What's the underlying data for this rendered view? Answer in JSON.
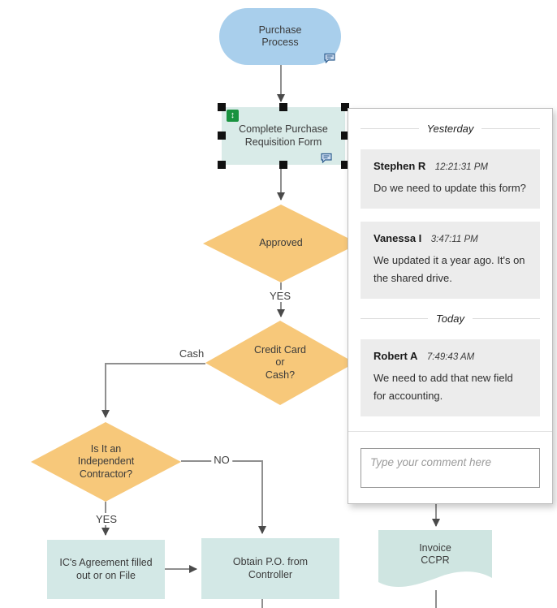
{
  "flowchart": {
    "nodes": {
      "purchase_process": "Purchase\nProcess",
      "complete_form": "Complete Purchase\nRequisition Form",
      "approved": "Approved",
      "credit_card_or_cash": "Credit Card\nor\nCash?",
      "independent_contractor": "Is It an\nIndependent\nContractor?",
      "ic_agreement": "IC's Agreement filled\nout or on File",
      "obtain_po": "Obtain P.O. from\nController",
      "invoice": "Invoice\nCCPR"
    },
    "edge_labels": {
      "approved_yes": "YES",
      "cash": "Cash",
      "contractor_no": "NO",
      "contractor_yes": "YES"
    },
    "colors": {
      "terminator_fill": "#a9cfec",
      "process_fill": "#d9ebe8",
      "decision_fill": "#f7c87a",
      "document_fill": "#cfe5e1",
      "connector_line": "#8f8f8f",
      "arrowhead": "#4a4a4a",
      "selection_handle": "#111111",
      "link_badge": "#19923f"
    }
  },
  "icons": {
    "data_link_badge_glyph": "↕",
    "comment_indicator": "speech-bubble"
  },
  "comments_panel": {
    "groups": [
      {
        "day": "Yesterday",
        "comments": [
          {
            "author": "Stephen R",
            "time": "12:21:31 PM",
            "text": "Do we need to update this form?"
          },
          {
            "author": "Vanessa I",
            "time": "3:47:11 PM",
            "text": "We updated it a year ago. It's on the shared drive."
          }
        ]
      },
      {
        "day": "Today",
        "comments": [
          {
            "author": "Robert A",
            "time": "7:49:43 AM",
            "text": "We need to add that new field for accounting."
          }
        ]
      }
    ],
    "input_placeholder": "Type your comment here"
  }
}
